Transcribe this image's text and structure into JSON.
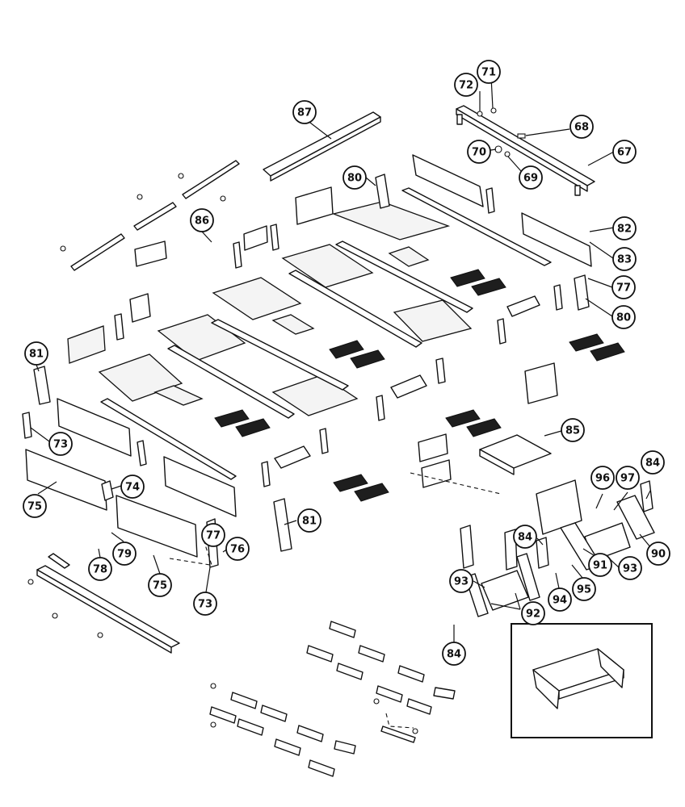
{
  "diagram": {
    "callouts": [
      {
        "id": "c87",
        "label": "87"
      },
      {
        "id": "c72",
        "label": "72"
      },
      {
        "id": "c71",
        "label": "71"
      },
      {
        "id": "c68",
        "label": "68"
      },
      {
        "id": "c70",
        "label": "70"
      },
      {
        "id": "c69",
        "label": "69"
      },
      {
        "id": "c67",
        "label": "67"
      },
      {
        "id": "c80a",
        "label": "80"
      },
      {
        "id": "c86",
        "label": "86"
      },
      {
        "id": "c82",
        "label": "82"
      },
      {
        "id": "c83",
        "label": "83"
      },
      {
        "id": "c77a",
        "label": "77"
      },
      {
        "id": "c80b",
        "label": "80"
      },
      {
        "id": "c81a",
        "label": "81"
      },
      {
        "id": "c85",
        "label": "85"
      },
      {
        "id": "c73a",
        "label": "73"
      },
      {
        "id": "c74",
        "label": "74"
      },
      {
        "id": "c75a",
        "label": "75"
      },
      {
        "id": "c96",
        "label": "96"
      },
      {
        "id": "c97",
        "label": "97"
      },
      {
        "id": "c84a",
        "label": "84"
      },
      {
        "id": "c81b",
        "label": "81"
      },
      {
        "id": "c79",
        "label": "79"
      },
      {
        "id": "c78",
        "label": "78"
      },
      {
        "id": "c77b",
        "label": "77"
      },
      {
        "id": "c76",
        "label": "76"
      },
      {
        "id": "c75b",
        "label": "75"
      },
      {
        "id": "c73b",
        "label": "73"
      },
      {
        "id": "c90",
        "label": "90"
      },
      {
        "id": "c84b",
        "label": "84"
      },
      {
        "id": "c91",
        "label": "91"
      },
      {
        "id": "c93a",
        "label": "93"
      },
      {
        "id": "c93b",
        "label": "93"
      },
      {
        "id": "c94",
        "label": "94"
      },
      {
        "id": "c95",
        "label": "95"
      },
      {
        "id": "c92",
        "label": "92"
      },
      {
        "id": "c84c",
        "label": "84"
      }
    ]
  }
}
